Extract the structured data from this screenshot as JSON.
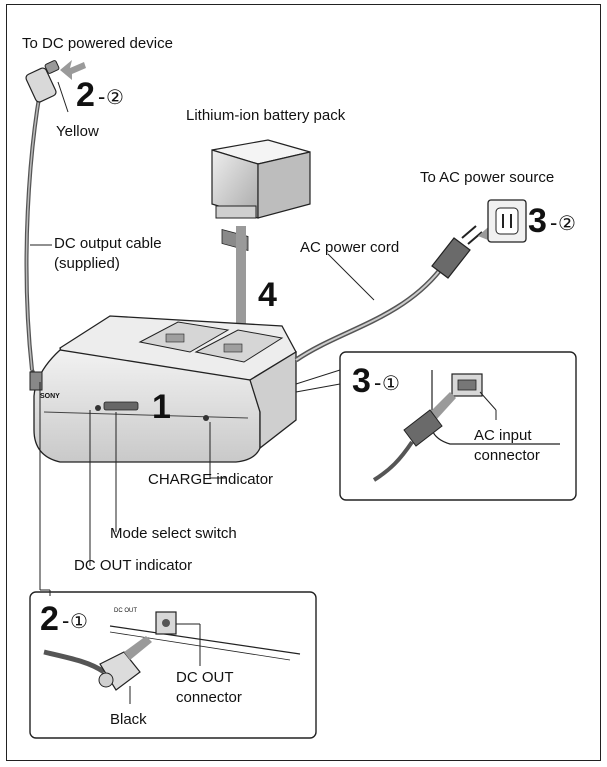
{
  "labels": {
    "to_dc_device": "To DC powered device",
    "yellow": "Yellow",
    "battery_pack": "Lithium-ion battery pack",
    "to_ac_source": "To AC power source",
    "dc_output_cable_line1": "DC output cable",
    "dc_output_cable_line2": "(supplied)",
    "ac_power_cord": "AC power cord",
    "ac_input_line1": "AC input",
    "ac_input_line2": "connector",
    "charge_indicator": "CHARGE indicator",
    "mode_select_switch": "Mode select switch",
    "dc_out_indicator": "DC OUT indicator",
    "dc_out_connector_line1": "DC OUT",
    "dc_out_connector_line2": "connector",
    "black": "Black",
    "brand": "SONY"
  },
  "steps": {
    "s1": "1",
    "s4": "4",
    "s2a_num": "2",
    "s2a_dash": "-",
    "s2a_circ": "①",
    "s2b_num": "2",
    "s2b_dash": "-",
    "s2b_circ": "②",
    "s3a_num": "3",
    "s3a_dash": "-",
    "s3a_circ": "①",
    "s3b_num": "3",
    "s3b_dash": "-",
    "s3b_circ": "②"
  },
  "colors": {
    "line": "#222222",
    "fill_light": "#e6e6e6",
    "fill_mid": "#bdbdbd",
    "fill_dark": "#8a8a8a",
    "arrow": "#9a9a9a"
  }
}
